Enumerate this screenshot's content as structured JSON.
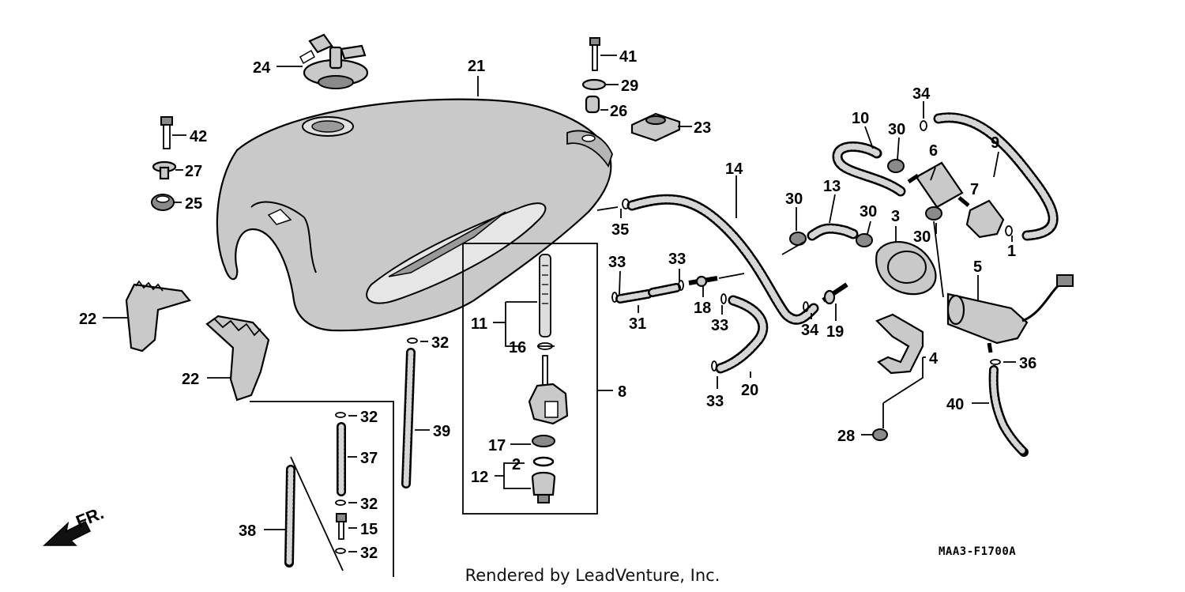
{
  "diagram": {
    "code": "MAA3-F1700A",
    "credit": "Rendered by LeadVenture, Inc.",
    "direction_label": "FR.",
    "icons": [
      "front-direction-arrow-icon"
    ],
    "parts": [
      {
        "id": "p21",
        "label": "21"
      },
      {
        "id": "p24",
        "label": "24"
      },
      {
        "id": "p41",
        "label": "41"
      },
      {
        "id": "p29",
        "label": "29"
      },
      {
        "id": "p26",
        "label": "26"
      },
      {
        "id": "p23",
        "label": "23"
      },
      {
        "id": "p42",
        "label": "42"
      },
      {
        "id": "p27",
        "label": "27"
      },
      {
        "id": "p25",
        "label": "25"
      },
      {
        "id": "p22a",
        "label": "22"
      },
      {
        "id": "p22b",
        "label": "22"
      },
      {
        "id": "p14",
        "label": "14"
      },
      {
        "id": "p35",
        "label": "35"
      },
      {
        "id": "p10",
        "label": "10"
      },
      {
        "id": "p34a",
        "label": "34"
      },
      {
        "id": "p9",
        "label": "9"
      },
      {
        "id": "p30a",
        "label": "30"
      },
      {
        "id": "p6",
        "label": "6"
      },
      {
        "id": "p7",
        "label": "7"
      },
      {
        "id": "p13",
        "label": "13"
      },
      {
        "id": "p30b",
        "label": "30"
      },
      {
        "id": "p30c",
        "label": "30"
      },
      {
        "id": "p3",
        "label": "3"
      },
      {
        "id": "p30d",
        "label": "30"
      },
      {
        "id": "p1",
        "label": "1"
      },
      {
        "id": "p5",
        "label": "5"
      },
      {
        "id": "p33a",
        "label": "33"
      },
      {
        "id": "p33b",
        "label": "33"
      },
      {
        "id": "p31",
        "label": "31"
      },
      {
        "id": "p18",
        "label": "18"
      },
      {
        "id": "p33c",
        "label": "33"
      },
      {
        "id": "p34b",
        "label": "34"
      },
      {
        "id": "p19",
        "label": "19"
      },
      {
        "id": "p11",
        "label": "11"
      },
      {
        "id": "p16",
        "label": "16"
      },
      {
        "id": "p8",
        "label": "8"
      },
      {
        "id": "p17",
        "label": "17"
      },
      {
        "id": "p2",
        "label": "2"
      },
      {
        "id": "p12",
        "label": "12"
      },
      {
        "id": "p32a",
        "label": "32"
      },
      {
        "id": "p39",
        "label": "39"
      },
      {
        "id": "p32b",
        "label": "32"
      },
      {
        "id": "p37",
        "label": "37"
      },
      {
        "id": "p32c",
        "label": "32"
      },
      {
        "id": "p15",
        "label": "15"
      },
      {
        "id": "p32d",
        "label": "32"
      },
      {
        "id": "p38",
        "label": "38"
      },
      {
        "id": "p33d",
        "label": "33"
      },
      {
        "id": "p20",
        "label": "20"
      },
      {
        "id": "p4",
        "label": "4"
      },
      {
        "id": "p28",
        "label": "28"
      },
      {
        "id": "p36",
        "label": "36"
      },
      {
        "id": "p40",
        "label": "40"
      }
    ]
  }
}
